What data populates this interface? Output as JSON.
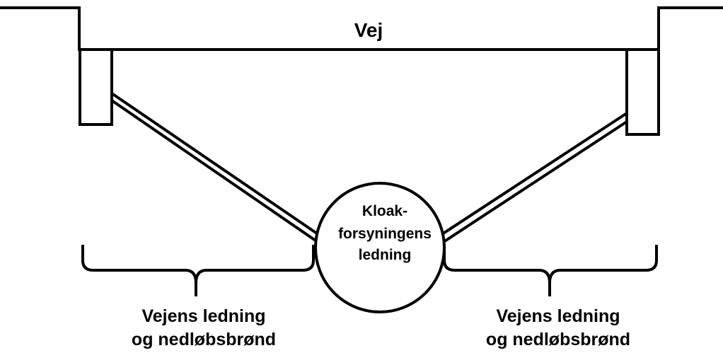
{
  "road": {
    "label": "Vej"
  },
  "main_pipe": {
    "line1": "Kloak-",
    "line2": "forsyningens",
    "line3": "ledning"
  },
  "left_branch": {
    "line1": "Vejens ledning",
    "line2": "og nedløbsbrønd"
  },
  "right_branch": {
    "line1": "Vejens ledning",
    "line2": "og nedløbsbrønd"
  },
  "colors": {
    "stroke": "#000000",
    "background": "#ffffff"
  }
}
